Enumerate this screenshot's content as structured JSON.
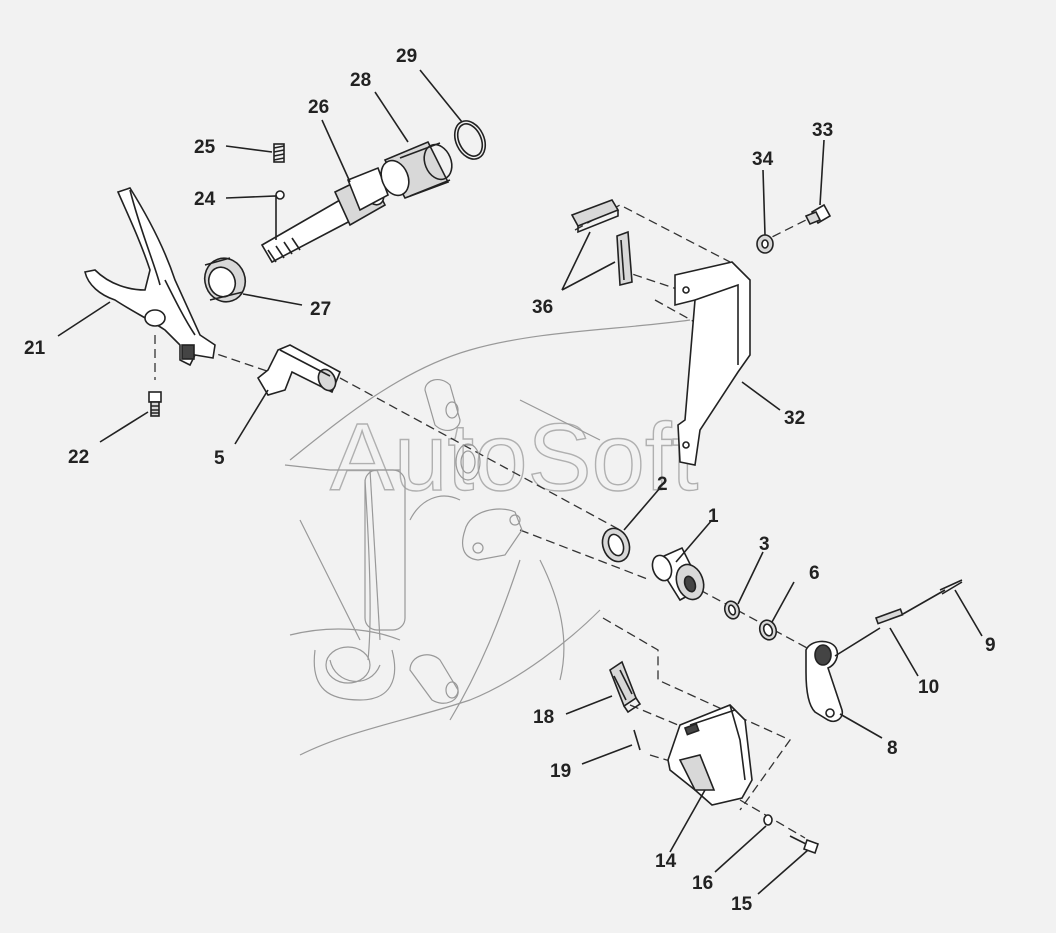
{
  "watermark": "AutoSoft",
  "callouts": [
    {
      "id": "29",
      "label": "29"
    },
    {
      "id": "28",
      "label": "28"
    },
    {
      "id": "26",
      "label": "26"
    },
    {
      "id": "25",
      "label": "25"
    },
    {
      "id": "24",
      "label": "24"
    },
    {
      "id": "27",
      "label": "27"
    },
    {
      "id": "21",
      "label": "21"
    },
    {
      "id": "22",
      "label": "22"
    },
    {
      "id": "5",
      "label": "5"
    },
    {
      "id": "33",
      "label": "33"
    },
    {
      "id": "34",
      "label": "34"
    },
    {
      "id": "36",
      "label": "36"
    },
    {
      "id": "32",
      "label": "32"
    },
    {
      "id": "2",
      "label": "2"
    },
    {
      "id": "1",
      "label": "1"
    },
    {
      "id": "3",
      "label": "3"
    },
    {
      "id": "6",
      "label": "6"
    },
    {
      "id": "9",
      "label": "9"
    },
    {
      "id": "10",
      "label": "10"
    },
    {
      "id": "8",
      "label": "8"
    },
    {
      "id": "18",
      "label": "18"
    },
    {
      "id": "19",
      "label": "19"
    },
    {
      "id": "14",
      "label": "14"
    },
    {
      "id": "16",
      "label": "16"
    },
    {
      "id": "15",
      "label": "15"
    }
  ]
}
